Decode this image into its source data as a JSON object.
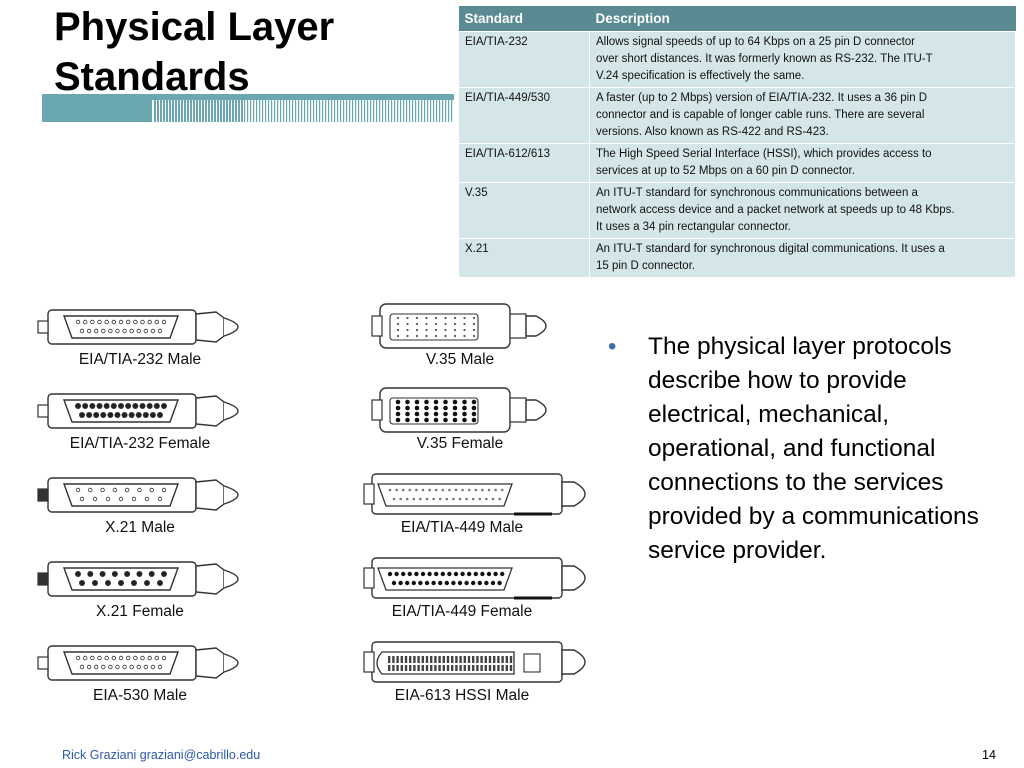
{
  "slide": {
    "title_line1": "Physical Layer",
    "title_line2": "Standards",
    "page_number": "14"
  },
  "table": {
    "headers": [
      "Standard",
      "Description"
    ],
    "rows": [
      {
        "standard": "EIA/TIA-232",
        "lines": [
          "Allows signal speeds of up to 64 Kbps on a 25 pin D connector",
          "over short distances. It was formerly known as RS-232. The ITU-T",
          "V.24 specification is effectively the same."
        ]
      },
      {
        "standard": "EIA/TIA-449/530",
        "lines": [
          "A faster (up to 2 Mbps) version of EIA/TIA-232. It uses a 36 pin D",
          "connector and is capable of longer cable runs. There are several",
          "versions. Also known as RS-422 and RS-423."
        ]
      },
      {
        "standard": "EIA/TIA-612/613",
        "lines": [
          "The High Speed Serial Interface (HSSI), which provides access to",
          "services at up to 52 Mbps on a 60 pin D connector."
        ]
      },
      {
        "standard": "V.35",
        "lines": [
          "An ITU-T standard for synchronous communications between a",
          "network access device and a packet network at speeds up to 48 Kbps.",
          "It uses a 34 pin rectangular connector."
        ]
      },
      {
        "standard": "X.21",
        "lines": [
          "An ITU-T standard for synchronous digital communications. It uses a",
          "15 pin D connector."
        ]
      }
    ]
  },
  "connectors": {
    "left": [
      "EIA/TIA-232 Male",
      "EIA/TIA-232 Female",
      "X.21 Male",
      "X.21 Female",
      "EIA-530 Male"
    ],
    "right": [
      "V.35 Male",
      "V.35 Female",
      "EIA/TIA-449 Male",
      "EIA/TIA-449 Female",
      "EIA-613 HSSI Male"
    ]
  },
  "bullet": {
    "symbol": "•",
    "text": "The physical layer protocols describe how to provide electrical, mechanical, operational, and functional connections to the services provided by a communications service provider."
  },
  "footer": {
    "author": "Rick Graziani  graziani@cabrillo.edu"
  },
  "colors": {
    "table_header": "#5a8a92",
    "table_cell": "#d5e6e8",
    "accent_rule": "#6aa7b0",
    "bullet": "#3a6fb0",
    "footer_link": "#2a5aa8"
  }
}
